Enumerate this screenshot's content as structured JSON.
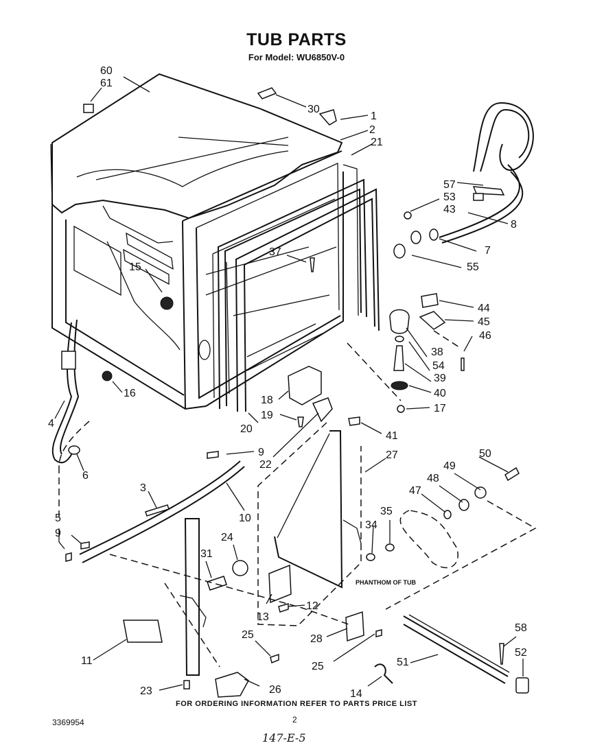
{
  "header": {
    "title": "TUB PARTS",
    "subtitle": "For Model: WU6850V-0"
  },
  "labels": {
    "l60": "60",
    "l61": "61",
    "l30": "30",
    "l1": "1",
    "l2": "2",
    "l21": "21",
    "l57": "57",
    "l53": "53",
    "l43": "43",
    "l8": "8",
    "l7": "7",
    "l55": "55",
    "l37": "37",
    "l15": "15",
    "l44": "44",
    "l45": "45",
    "l46": "46",
    "l38": "38",
    "l54": "54",
    "l39": "39",
    "l40": "40",
    "l17": "17",
    "l16": "16",
    "l18": "18",
    "l19": "19",
    "l20": "20",
    "l41": "41",
    "l4": "4",
    "l6": "6",
    "l9a": "9",
    "l22": "22",
    "l27": "27",
    "l50": "50",
    "l49": "49",
    "l48": "48",
    "l47": "47",
    "l3": "3",
    "l10": "10",
    "l5": "5",
    "l9b": "9",
    "l35": "35",
    "l34": "34",
    "l24": "24",
    "l31": "31",
    "l13": "13",
    "l12": "12",
    "l58": "58",
    "l11": "11",
    "l28": "28",
    "l25a": "25",
    "l25b": "25",
    "l52": "52",
    "l51": "51",
    "l26": "26",
    "l23": "23",
    "l14": "14"
  },
  "annotation": {
    "phantom": "PHANTHOM OF TUB"
  },
  "footer": {
    "ordering": "FOR ORDERING INFORMATION REFER TO PARTS PRICE LIST",
    "doc_number": "3369954",
    "page": "2",
    "handwritten": "147-E-5"
  }
}
